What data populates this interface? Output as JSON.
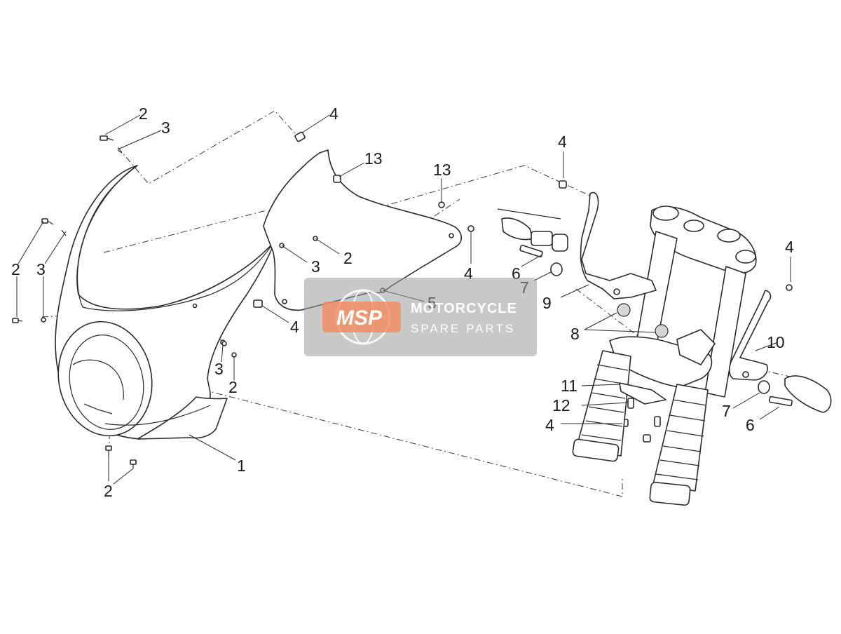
{
  "diagram": {
    "callouts": [
      {
        "id": "c-2a",
        "text": "2"
      },
      {
        "id": "c-3a",
        "text": "3"
      },
      {
        "id": "c-4a",
        "text": "4"
      },
      {
        "id": "c-13a",
        "text": "13"
      },
      {
        "id": "c-13b",
        "text": "13"
      },
      {
        "id": "c-4b",
        "text": "4"
      },
      {
        "id": "c-2b",
        "text": "2"
      },
      {
        "id": "c-3b",
        "text": "3"
      },
      {
        "id": "c-2c",
        "text": "2"
      },
      {
        "id": "c-3c",
        "text": "3"
      },
      {
        "id": "c-4c",
        "text": "4"
      },
      {
        "id": "c-4d",
        "text": "4"
      },
      {
        "id": "c-5",
        "text": "5"
      },
      {
        "id": "c-3d",
        "text": "3"
      },
      {
        "id": "c-2d",
        "text": "2"
      },
      {
        "id": "c-1",
        "text": "1"
      },
      {
        "id": "c-2e",
        "text": "2"
      },
      {
        "id": "c-6a",
        "text": "6"
      },
      {
        "id": "c-7a",
        "text": "7"
      },
      {
        "id": "c-9",
        "text": "9"
      },
      {
        "id": "c-8",
        "text": "8"
      },
      {
        "id": "c-4e",
        "text": "4"
      },
      {
        "id": "c-10",
        "text": "10"
      },
      {
        "id": "c-11",
        "text": "11"
      },
      {
        "id": "c-12",
        "text": "12"
      },
      {
        "id": "c-4f",
        "text": "4"
      },
      {
        "id": "c-7b",
        "text": "7"
      },
      {
        "id": "c-6b",
        "text": "6"
      }
    ]
  },
  "watermark": {
    "logo": "MSP",
    "title": "MOTORCYCLE",
    "subtitle": "SPARE PARTS"
  }
}
